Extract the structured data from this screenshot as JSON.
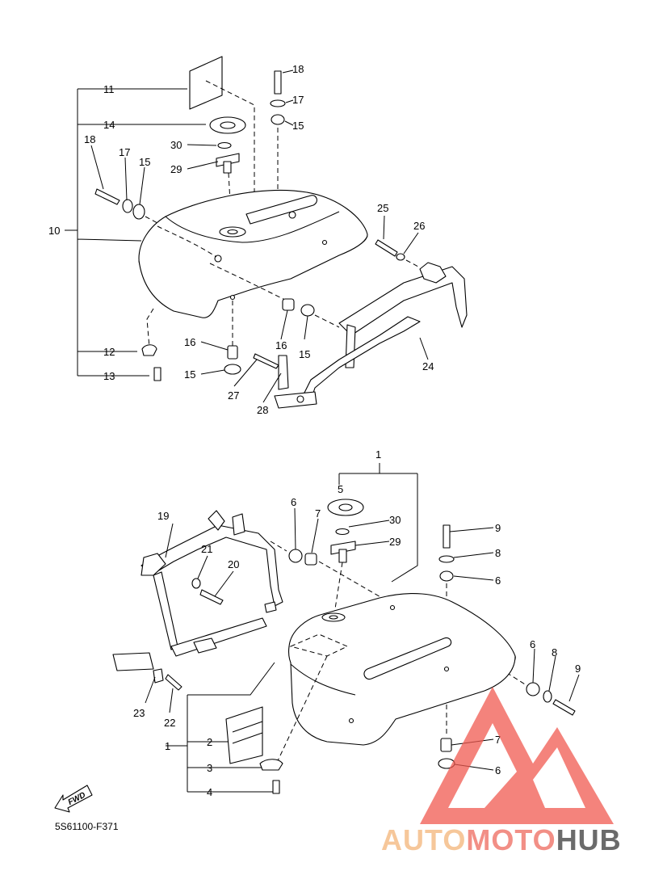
{
  "diagram_code": "5S61100-F371",
  "fwd_label": "FWD",
  "watermark": {
    "part1": "AUTO",
    "part2": "MOTO",
    "part3": "HUB",
    "color1": "#f6c79a",
    "color2": "#f28f86",
    "color3": "#6b6b6b",
    "logo_color": "#f05a50"
  },
  "top_labels": [
    "11",
    "14",
    "30",
    "29",
    "18",
    "17",
    "15",
    "10",
    "12",
    "13",
    "16",
    "15",
    "27",
    "28",
    "16",
    "15",
    "24",
    "25",
    "26",
    "18",
    "17",
    "15"
  ],
  "bottom_labels": [
    "1",
    "5",
    "30",
    "29",
    "6",
    "7",
    "9",
    "8",
    "6",
    "19",
    "21",
    "20",
    "23",
    "22",
    "1",
    "2",
    "3",
    "4",
    "6",
    "8",
    "9",
    "7",
    "6"
  ]
}
